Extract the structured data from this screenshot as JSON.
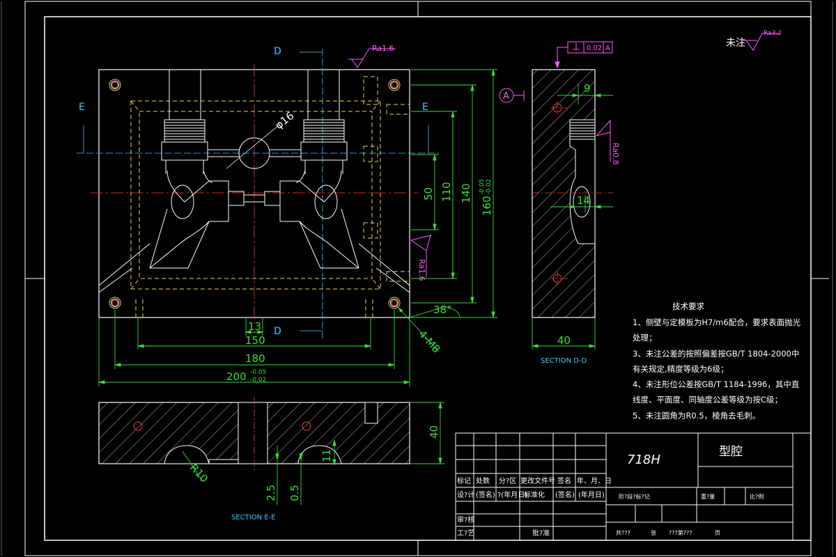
{
  "drawing": {
    "section_top": {
      "label_d_top": "D",
      "label_d_bottom": "D",
      "label_e_left": "E",
      "label_e_right": "E"
    },
    "roughness": {
      "top": "Ra1.6",
      "right_mid": "Ra1.6",
      "side": "Ra0.8",
      "general": "Ra3.2",
      "general_label": "未注"
    },
    "dims_plan": {
      "d16": "φ16",
      "d13": "13",
      "d150": "150",
      "d180": "180",
      "d200": "200",
      "d200_tol_up": "-0.05",
      "d200_tol_dn": "-0.02",
      "d50": "50",
      "d110": "110",
      "d140": "140",
      "d160": "160",
      "d160_tol_up": "-0.05",
      "d160_tol_dn": "-0.02",
      "angle": "38°",
      "thread": "4-M8"
    },
    "section_dd": {
      "title": "SECTION D-D",
      "dim_9": "9",
      "dim_14": "14",
      "dim_40": "40",
      "datum": "A",
      "flatness": "0.02",
      "flatness_ref": "A"
    },
    "section_ee": {
      "title": "SECTION E-E",
      "dim_r10": "R10",
      "dim_40": "40",
      "dim_25": "2.5",
      "dim_05": "0.5",
      "dim_11": "11"
    },
    "notes": {
      "heading": "技术要求",
      "lines": [
        "1、侧壁与定模板为H7/m6配合，要求表面抛光",
        "   处理；",
        "3、未注公差的按照偏差按GB/T 1804-2000中",
        "   有关规定,精度等级为6级；",
        "4、未注形位公差按GB/T 1184-1996，其中直",
        "   线度、平面度、同轴度公差等级为按C级；",
        "5、未注圆角为R0.5，棱角去毛刺。"
      ]
    },
    "title_block": {
      "material": "718H",
      "part_name": "型腔",
      "row1": [
        "标记",
        "处数",
        "分?区",
        "更改文件号",
        "签名",
        "年、月、日"
      ],
      "row2": [
        "设?计",
        "(签名)",
        "?(年月日)",
        "标准化",
        "(签名)",
        "(年月日)"
      ],
      "row3": [
        "审?核"
      ],
      "row4": [
        "工?艺",
        "批?准"
      ],
      "stage": [
        "阶?段?标?记",
        "重?量",
        "比?例"
      ],
      "sheet": [
        "共???",
        "张",
        "???第???",
        "页"
      ]
    }
  }
}
